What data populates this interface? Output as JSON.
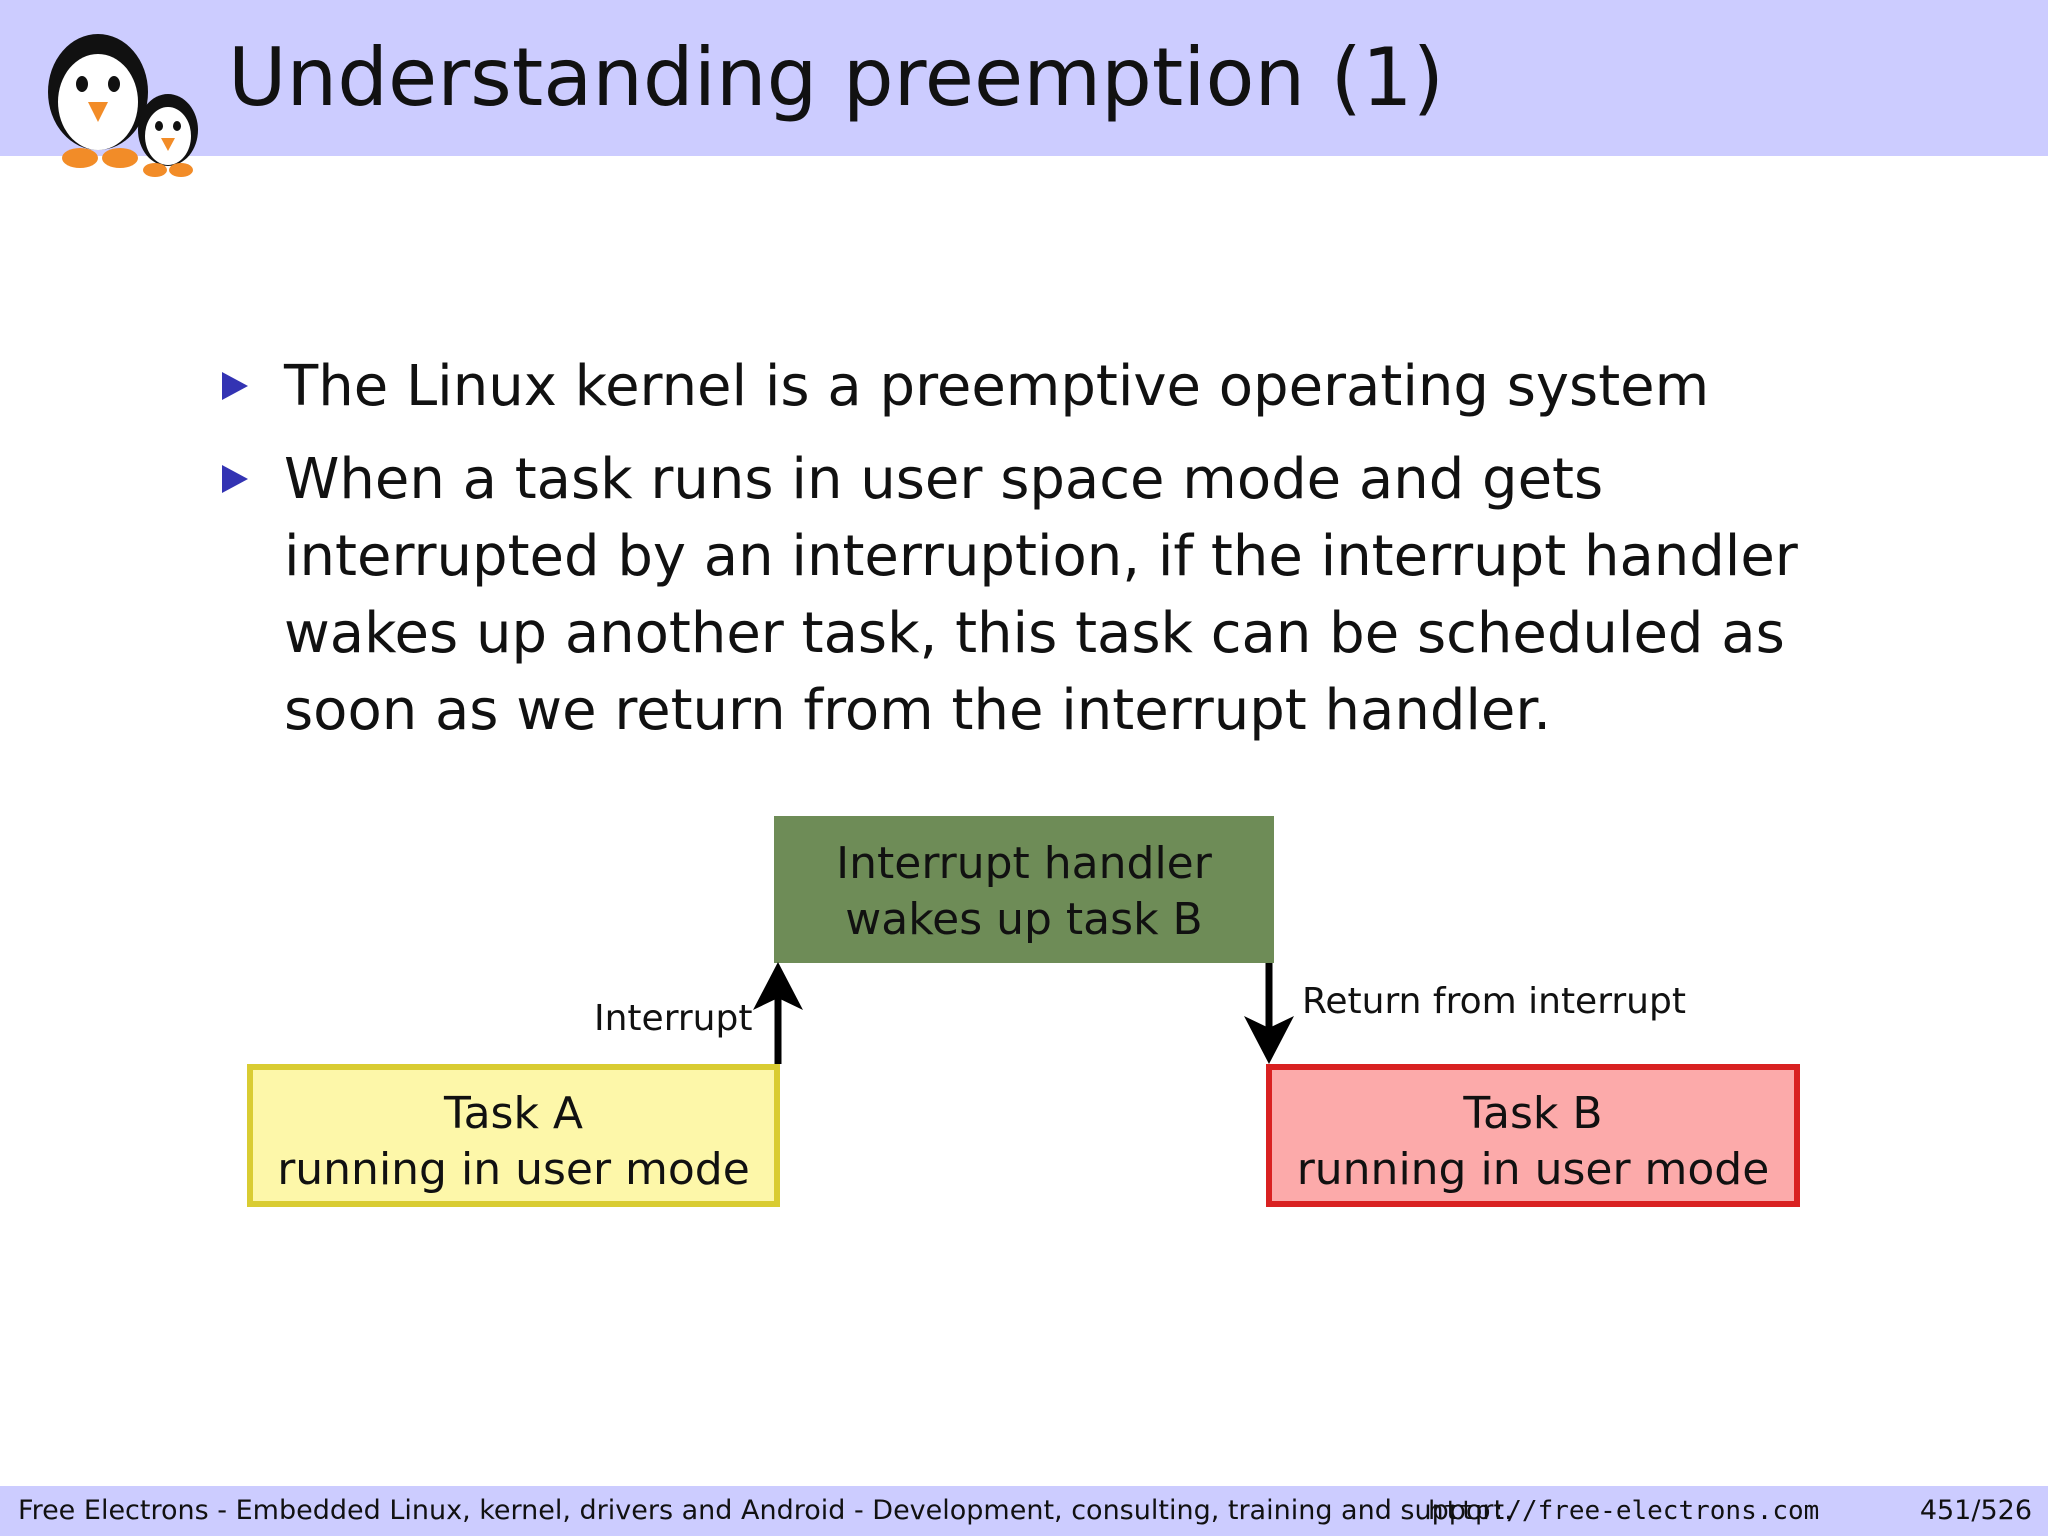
{
  "slide": {
    "title": "Understanding preemption (1)",
    "bullets": [
      "The Linux kernel is a preemptive operating system",
      "When a task runs in user space mode and gets interrupted by an interruption, if the interrupt handler wakes up another task, this task can be scheduled as soon as we return from the interrupt handler."
    ]
  },
  "diagram": {
    "handler": {
      "line1": "Interrupt handler",
      "line2": "wakes up task B",
      "color": "#6e8c57"
    },
    "task_a": {
      "line1": "Task A",
      "line2": "running in user mode",
      "fill": "#fdf7a9",
      "border": "#d9cc32"
    },
    "task_b": {
      "line1": "Task B",
      "line2": "running in user mode",
      "fill": "#fcaaaa",
      "border": "#d92121"
    },
    "interrupt_label": "Interrupt",
    "return_label": "Return from interrupt"
  },
  "footer": {
    "text": "Free Electrons - Embedded Linux, kernel, drivers and Android - Development, consulting, training and support.",
    "url": "http://free-electrons.com",
    "page": "451/526"
  },
  "colors": {
    "header_band": "#ccccff",
    "bullet": "#3333b3"
  }
}
